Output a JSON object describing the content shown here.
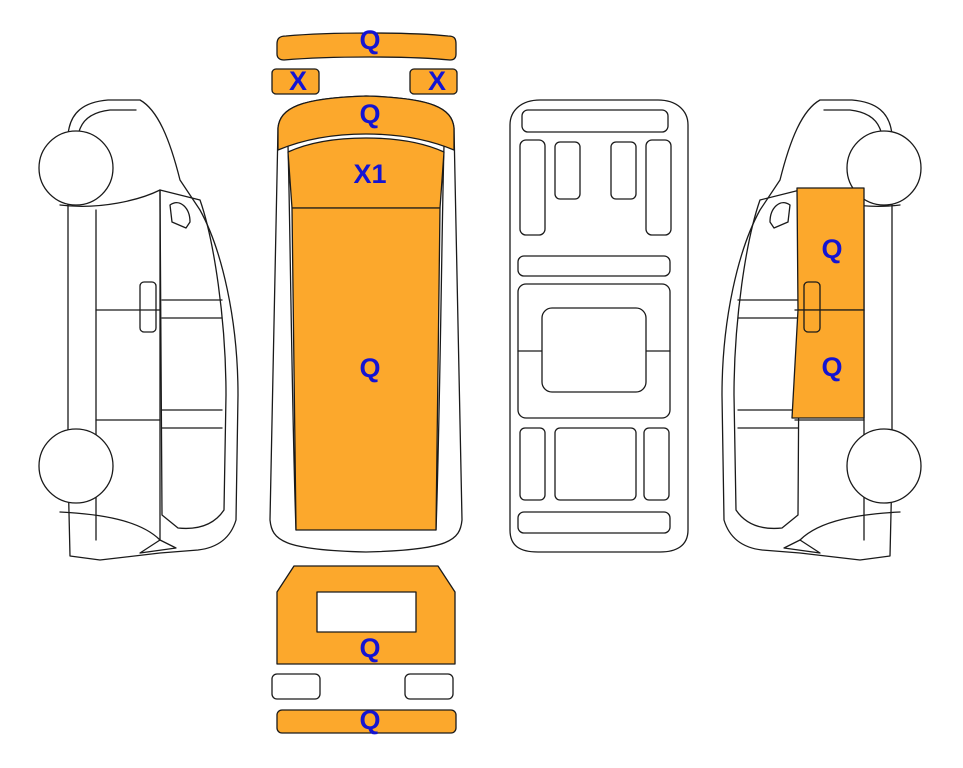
{
  "colors": {
    "damage_fill": "#fca82c",
    "label": "#1414d2",
    "outline": "#1a1a1a",
    "background": "#ffffff"
  },
  "labels": {
    "roof_front_strip": "Q",
    "mirror_left": "X",
    "mirror_right": "X",
    "hood": "Q",
    "windshield": "X1",
    "roof": "Q",
    "side_upper_panel": "Q",
    "side_lower_panel": "Q",
    "rear_door": "Q",
    "rear_bumper": "Q"
  }
}
